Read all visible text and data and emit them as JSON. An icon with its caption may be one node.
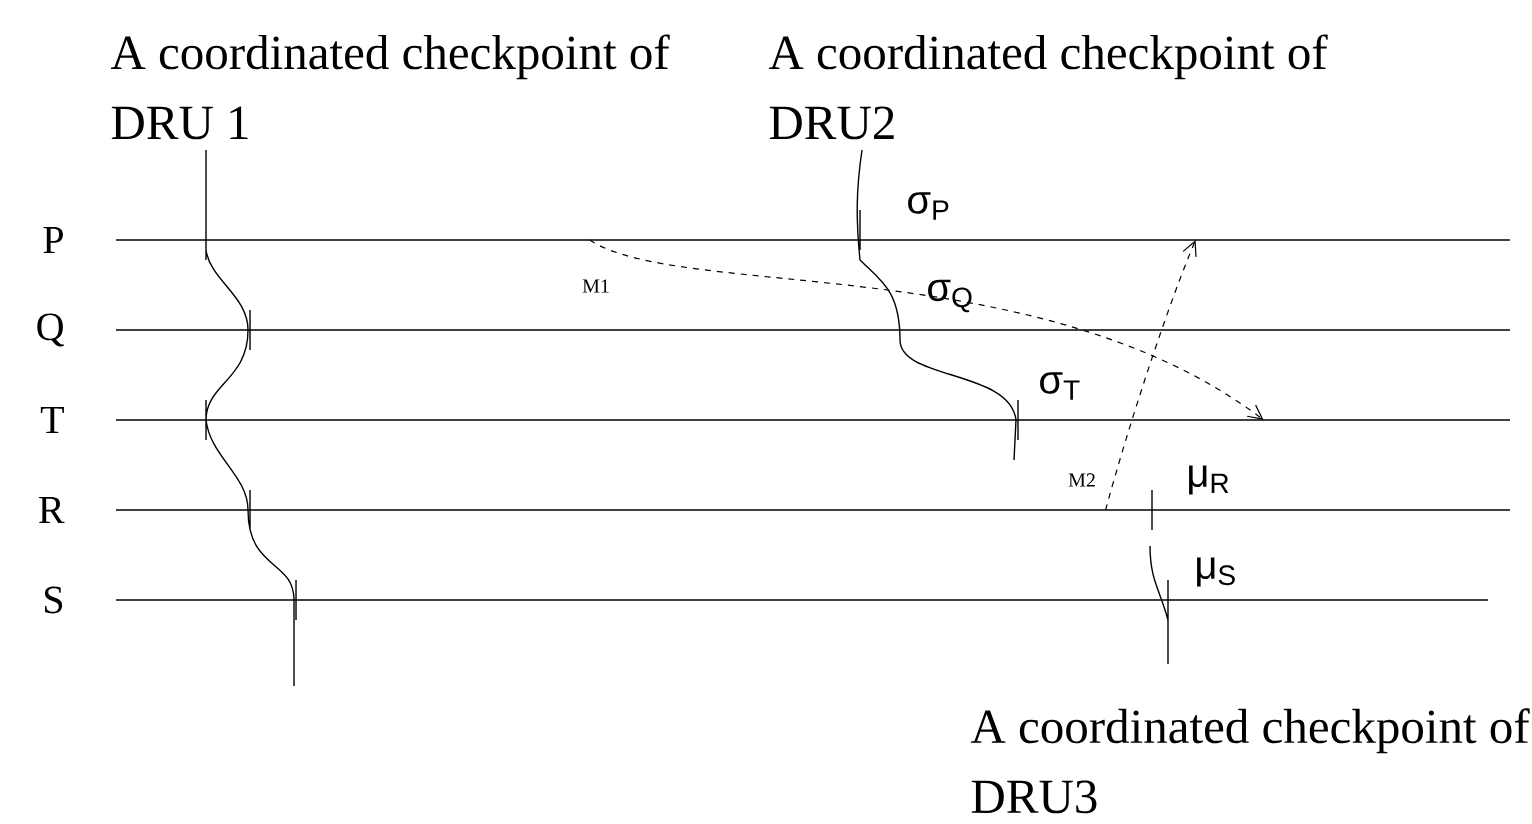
{
  "diagram": {
    "nodes": [
      {
        "text": [
          "P"
        ]
      },
      {
        "text": [
          "Q"
        ]
      },
      {
        "text": [
          "T"
        ]
      },
      {
        "text": [
          "R"
        ]
      },
      {
        "text": [
          "S"
        ]
      }
    ],
    "edges": [
      {
        "from": 0,
        "to": 2,
        "arrow": "to",
        "label": "M1",
        "style": "dashed"
      },
      {
        "from": 3,
        "to": 0,
        "arrow": "to",
        "label": "M2",
        "style": "dashed"
      }
    ],
    "labels": [
      "A coordinated checkpoint of DRU 1",
      "A coordinated checkpoint of DRU2",
      "σ$_{P}$",
      "σ$_{Q}$",
      "σ$_{T}$",
      "μ$_{R}$",
      "μ$_{S}$",
      "A coordinated checkpoint of DRU3"
    ]
  }
}
